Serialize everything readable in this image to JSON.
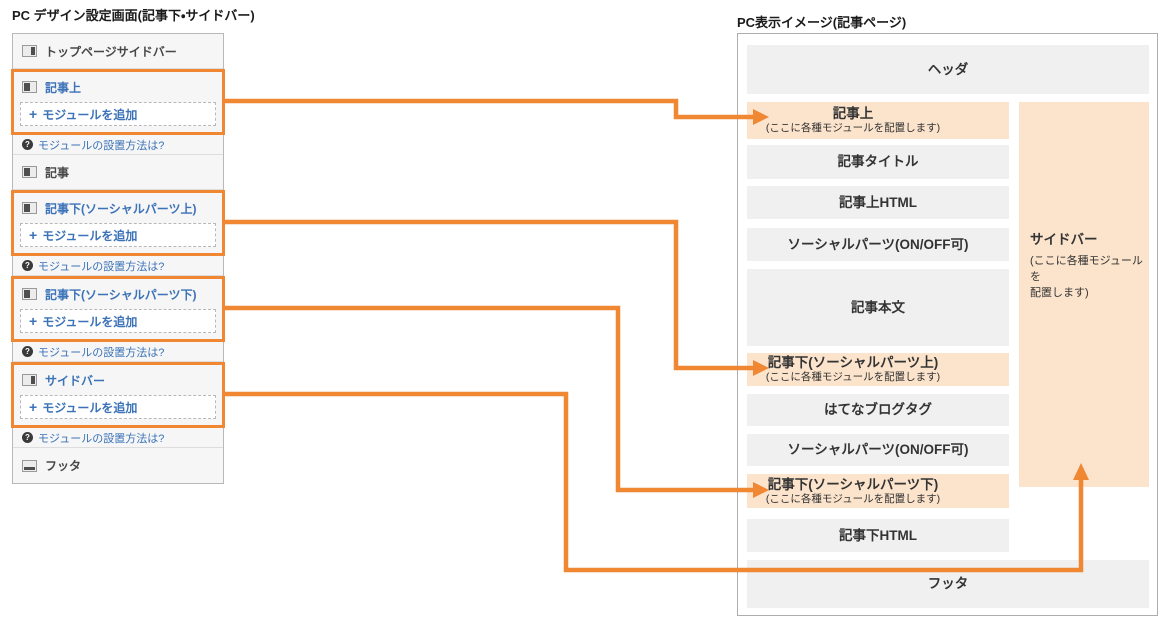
{
  "colors": {
    "accent_orange": "#EF8733",
    "highlight_fill": "#FBE3CC",
    "block_gray": "#F0F0F0",
    "link_blue": "#3B72B8"
  },
  "icons": {
    "plus": "+",
    "question": "?"
  },
  "left_panel": {
    "title": "PC デザイン設定画面(記事下・サイドバー)",
    "add_module_label": "モジュールを追加",
    "help_label": "モジュールの設置方法は?",
    "sections": [
      {
        "label": "トップページサイドバー",
        "icon": "layout-sidebar-right",
        "highlighted": false
      },
      {
        "label": "記事上",
        "icon": "layout-content-left",
        "highlighted": true
      },
      {
        "label": "記事",
        "icon": "layout-content-left",
        "highlighted": false
      },
      {
        "label": "記事下(ソーシャルパーツ上)",
        "icon": "layout-content-left",
        "highlighted": true
      },
      {
        "label": "記事下(ソーシャルパーツ下)",
        "icon": "layout-content-left",
        "highlighted": true
      },
      {
        "label": "サイドバー",
        "icon": "layout-sidebar-right",
        "highlighted": true
      },
      {
        "label": "フッタ",
        "icon": "layout-footer",
        "highlighted": false
      }
    ]
  },
  "right_panel": {
    "title": "PC表示イメージ(記事ページ)",
    "header_label": "ヘッダ",
    "footer_label": "フッタ",
    "main_blocks": [
      {
        "label": "記事上",
        "note": "(ここに各種モジュールを配置します)",
        "highlighted": true
      },
      {
        "label": "記事タイトル",
        "highlighted": false
      },
      {
        "label": "記事上HTML",
        "highlighted": false
      },
      {
        "label": "ソーシャルパーツ(ON/OFF可)",
        "highlighted": false
      },
      {
        "label": "記事本文",
        "highlighted": false
      },
      {
        "label": "記事下(ソーシャルパーツ上)",
        "note": "(ここに各種モジュールを配置します)",
        "highlighted": true
      },
      {
        "label": "はてなブログタグ",
        "highlighted": false
      },
      {
        "label": "ソーシャルパーツ(ON/OFF可)",
        "highlighted": false
      },
      {
        "label": "記事下(ソーシャルパーツ下)",
        "note": "(ここに各種モジュールを配置します)",
        "highlighted": true
      },
      {
        "label": "記事下HTML",
        "highlighted": false
      }
    ],
    "sidebar": {
      "label": "サイドバー",
      "note_line1": "(ここに各種モジュール を",
      "note_line2": "配置します)"
    }
  }
}
